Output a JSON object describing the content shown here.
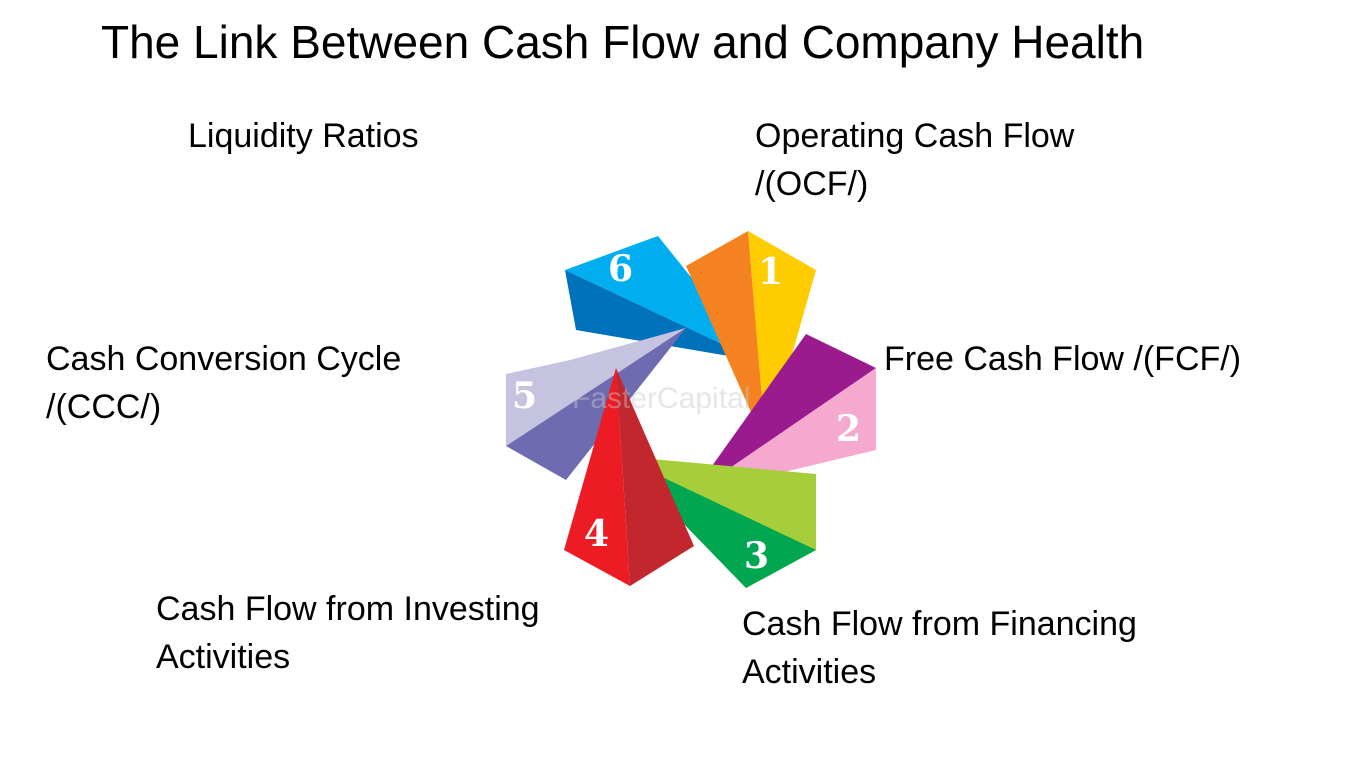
{
  "title": "The Link Between Cash Flow and Company Health",
  "labels": {
    "liquidity": "Liquidity Ratios",
    "ocf": {
      "line1": "Operating Cash Flow",
      "line2": "/(OCF/)"
    },
    "fcf": "Free Cash Flow /(FCF/)",
    "ccc": {
      "line1": "Cash Conversion Cycle",
      "line2": "/(CCC/)"
    },
    "investing": {
      "line1": "Cash Flow from Investing",
      "line2": "Activities"
    },
    "financing": {
      "line1": "Cash Flow from Financing",
      "line2": "Activities"
    }
  },
  "segments": [
    {
      "number": "1",
      "colors": [
        "#f58220",
        "#ffcc00"
      ]
    },
    {
      "number": "2",
      "colors": [
        "#9b1b8e",
        "#f5a9cf"
      ]
    },
    {
      "number": "3",
      "colors": [
        "#a6cd3a",
        "#00a650"
      ]
    },
    {
      "number": "4",
      "colors": [
        "#ed1c24",
        "#c1272d"
      ]
    },
    {
      "number": "5",
      "colors": [
        "#c5c3e0",
        "#6f6bb0"
      ]
    },
    {
      "number": "6",
      "colors": [
        "#00aeef",
        "#0072bc"
      ]
    }
  ],
  "watermark": "FasterCapital"
}
